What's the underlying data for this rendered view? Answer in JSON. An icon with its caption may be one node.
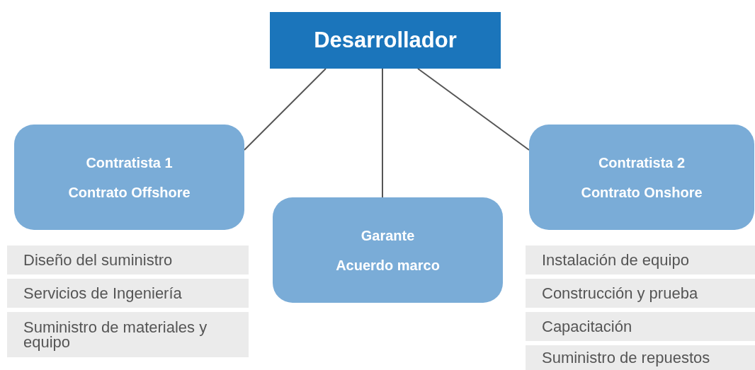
{
  "diagram": {
    "nodes": [
      {
        "text": [
          "Desarrollador"
        ]
      },
      {
        "text": [
          "Contratista 1",
          "Contrato Offshore"
        ]
      },
      {
        "text": [
          "Garante",
          "Acuerdo marco"
        ]
      },
      {
        "text": [
          "Contratista 2",
          "Contrato Onshore"
        ]
      },
      {
        "text": [
          "Diseño del suministro"
        ]
      },
      {
        "text": [
          "Servicios de Ingeniería"
        ]
      },
      {
        "text": [
          "Suministro de materiales y equipo"
        ]
      },
      {
        "text": [
          "Instalación de equipo"
        ]
      },
      {
        "text": [
          "Construcción y prueba"
        ]
      },
      {
        "text": [
          "Capacitación"
        ]
      },
      {
        "text": [
          "Suministro de repuestos"
        ]
      }
    ],
    "edges": [
      {
        "from": 0,
        "to": 1,
        "arrow": "none"
      },
      {
        "from": 0,
        "to": 2,
        "arrow": "none"
      },
      {
        "from": 0,
        "to": 3,
        "arrow": "none"
      }
    ]
  }
}
